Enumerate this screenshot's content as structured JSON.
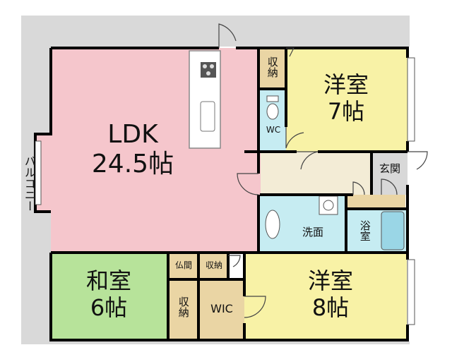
{
  "rooms": {
    "ldk": {
      "name": "LDK",
      "size": "24.5帖"
    },
    "western7": {
      "name": "洋室",
      "size": "7帖"
    },
    "western8": {
      "name": "洋室",
      "size": "8帖"
    },
    "japanese": {
      "name": "和室",
      "size": "6帖"
    },
    "storage_top": "収納",
    "wc": "WC",
    "entrance": "玄関",
    "washroom": "洗面",
    "bath": "浴室",
    "butsuma": "仏間",
    "storage_mid": "収納",
    "storage_low": "収納",
    "wic": "WIC"
  },
  "balcony": "バルコニー",
  "colors": {
    "ldk": "#f5c6cc",
    "western": "#f8f2a6",
    "japanese": "#b7e39a",
    "storage": "#ead5a4",
    "wet": "#c6ecf2",
    "hall": "#f3ecd6",
    "balcony": "#d9d9d9",
    "wall": "#000000"
  }
}
